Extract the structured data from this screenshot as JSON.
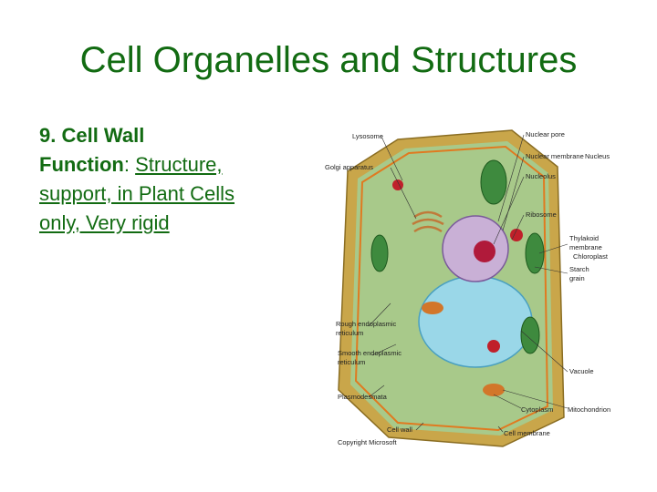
{
  "slide": {
    "title": "Cell Organelles and Structures",
    "heading": "9. Cell Wall",
    "function_label": "Function",
    "function_colon": ":",
    "function_line1": "Structure,",
    "function_line2": "support, in Plant Cells",
    "function_line3": "only, Very rigid"
  },
  "diagram": {
    "labels": {
      "lysosome": "Lysosome",
      "golgi": "Golgi apparatus",
      "rough_er_1": "Rough endoplasmic",
      "rough_er_2": "reticulum",
      "smooth_er_1": "Smooth endoplasmic",
      "smooth_er_2": "reticulum",
      "plasmodesmata": "Plasmodesmata",
      "cell_wall": "Cell wall",
      "copyright": "Copyright Microsoft",
      "nuclear_pore": "Nuclear pore",
      "nuclear_membrane": "Nuclear membrane",
      "nucleus": "Nucleus",
      "nucleolus": "Nucleolus",
      "ribosome": "Ribosome",
      "thylakoid_1": "Thylakoid",
      "thylakoid_2": "membrane",
      "chloroplast": "Chloroplast",
      "starch_1": "Starch",
      "starch_2": "grain",
      "vacuole": "Vacuole",
      "cytoplasm": "Cytoplasm",
      "mitochondrion": "Mitochondrion",
      "cell_membrane": "Cell membrane"
    }
  }
}
